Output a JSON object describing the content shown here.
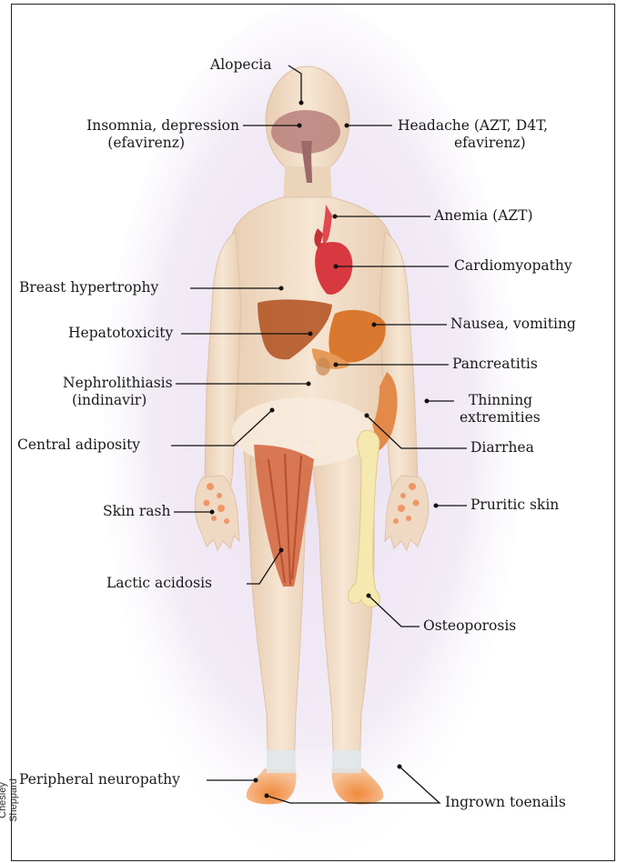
{
  "credit": "Chesley Sheppard",
  "labels": {
    "alopecia": "Alopecia",
    "insomnia_1": "Insomnia, depression",
    "insomnia_2": "(efavirenz)",
    "headache_1": "Headache (AZT, D4T,",
    "headache_2": "efavirenz)",
    "anemia": "Anemia (AZT)",
    "cardiomyopathy": "Cardiomyopathy",
    "breast": "Breast hypertrophy",
    "hepatotoxicity": "Hepatotoxicity",
    "nausea": "Nausea, vomiting",
    "pancreatitis": "Pancreatitis",
    "nephro_1": "Nephrolithiasis",
    "nephro_2": "(indinavir)",
    "thinning_1": "Thinning",
    "thinning_2": "extremities",
    "central": "Central adiposity",
    "diarrhea": "Diarrhea",
    "skin_rash": "Skin rash",
    "pruritic": "Pruritic skin",
    "lactic": "Lactic acidosis",
    "osteoporosis": "Osteoporosis",
    "neuropathy": "Peripheral neuropathy",
    "toenails": "Ingrown toenails"
  },
  "colors": {
    "skin": "#f3dfc8",
    "skin_shadow": "#e6c7aa",
    "glow": "#d8cde6",
    "organ": "#c0602a",
    "heart": "#d8383f",
    "muscle": "#d46a45",
    "bone": "#f4e7a8",
    "rash": "#ea8a55",
    "leader": "#111111"
  }
}
